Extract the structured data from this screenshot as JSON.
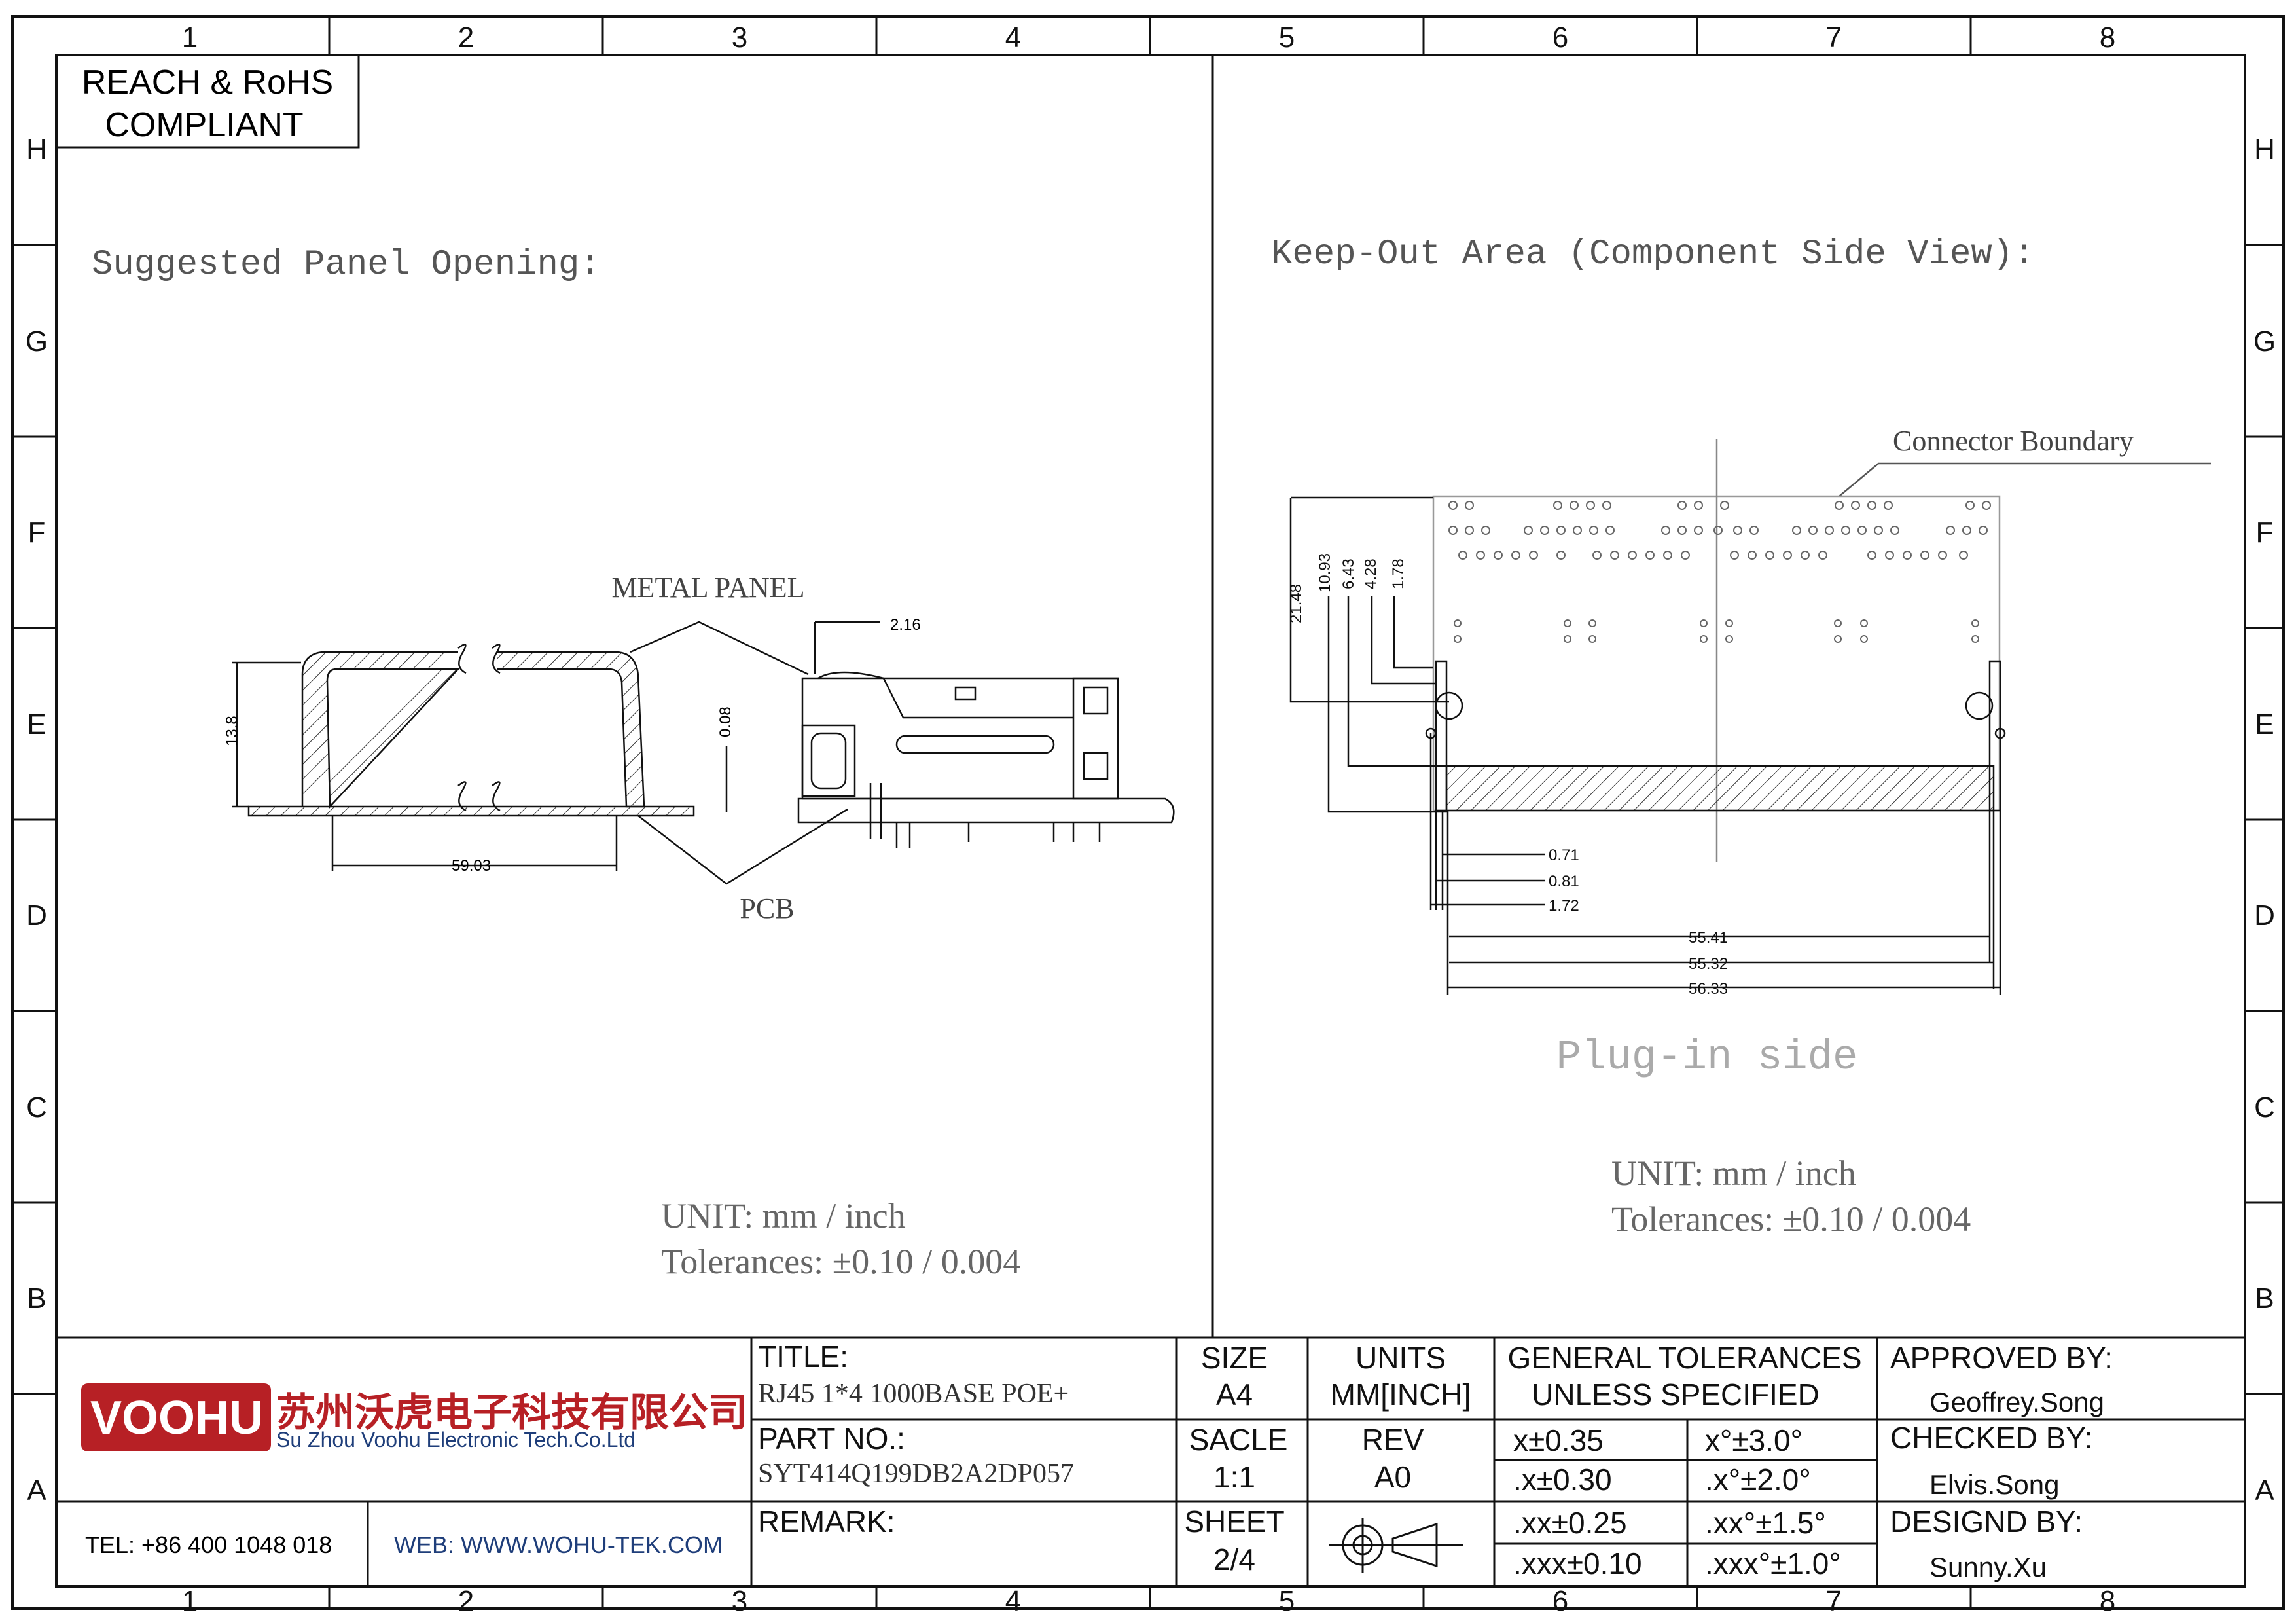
{
  "zones": {
    "columns": [
      "1",
      "2",
      "3",
      "4",
      "5",
      "6",
      "7",
      "8"
    ],
    "rows": [
      "H",
      "G",
      "F",
      "E",
      "D",
      "C",
      "B",
      "A"
    ]
  },
  "compliance": {
    "line1": "REACH & RoHS",
    "line2": "COMPLIANT"
  },
  "left_view": {
    "heading": "Suggested Panel Opening:",
    "labels": {
      "metal_panel": "METAL PANEL",
      "pcb": "PCB"
    },
    "dimensions": {
      "d_2_16": "2.16",
      "d_13_8": "13.8",
      "d_0_08": "0.08",
      "d_59_03": "59.03"
    },
    "unit": "UNIT: mm / inch",
    "tolerances": "Tolerances: ±0.10 / 0.004"
  },
  "right_view": {
    "heading": "Keep-Out Area (Component Side View):",
    "connector_boundary": "Connector Boundary",
    "vertical_dims": [
      "21.48",
      "10.93",
      "6.43",
      "4.28",
      "1.78"
    ],
    "small_dims": [
      "0.71",
      "0.81",
      "1.72"
    ],
    "width_dims": [
      "55.41",
      "55.32",
      "56.33"
    ],
    "plug_in": "Plug-in side",
    "unit": "UNIT: mm / inch",
    "tolerances": "Tolerances: ±0.10 / 0.004"
  },
  "title_block": {
    "company_cn": "苏州沃虎电子科技有限公司",
    "company_en": "Su Zhou Voohu Electronic Tech.Co.Ltd",
    "logo_text": "VOOHU",
    "tel": "TEL: +86 400 1048 018",
    "web": "WEB: WWW.WOHU-TEK.COM",
    "title_label": "TITLE:",
    "title_value": "RJ45 1*4 1000BASE POE+",
    "part_label": "PART NO.:",
    "part_value": "SYT414Q199DB2A2DP057",
    "remark_label": "REMARK:",
    "size_label": "SIZE",
    "size_value": "A4",
    "units_label": "UNITS",
    "units_value": "MM[INCH]",
    "scale_label": "SACLE",
    "scale_value": "1:1",
    "rev_label": "REV",
    "rev_value": "A0",
    "sheet_label": "SHEET",
    "sheet_value": "2/4",
    "gen_tol_1": "GENERAL TOLERANCES",
    "gen_tol_2": "UNLESS SPECIFIED",
    "tol_lin": [
      "x±0.35",
      ".x±0.30",
      ".xx±0.25",
      ".xxx±0.10"
    ],
    "tol_ang": [
      "x°±3.0°",
      ".x°±2.0°",
      ".xx°±1.5°",
      ".xxx°±1.0°"
    ],
    "approved_label": "APPROVED BY:",
    "approved_value": "Geoffrey.Song",
    "checked_label": "CHECKED BY:",
    "checked_value": "Elvis.Song",
    "designed_label": "DESIGND BY:",
    "designed_value": "Sunny.Xu"
  },
  "colors": {
    "brand_red": "#b72025",
    "web_blue": "#1f3e7a",
    "line": "#111111",
    "note_gray": "#666666"
  }
}
